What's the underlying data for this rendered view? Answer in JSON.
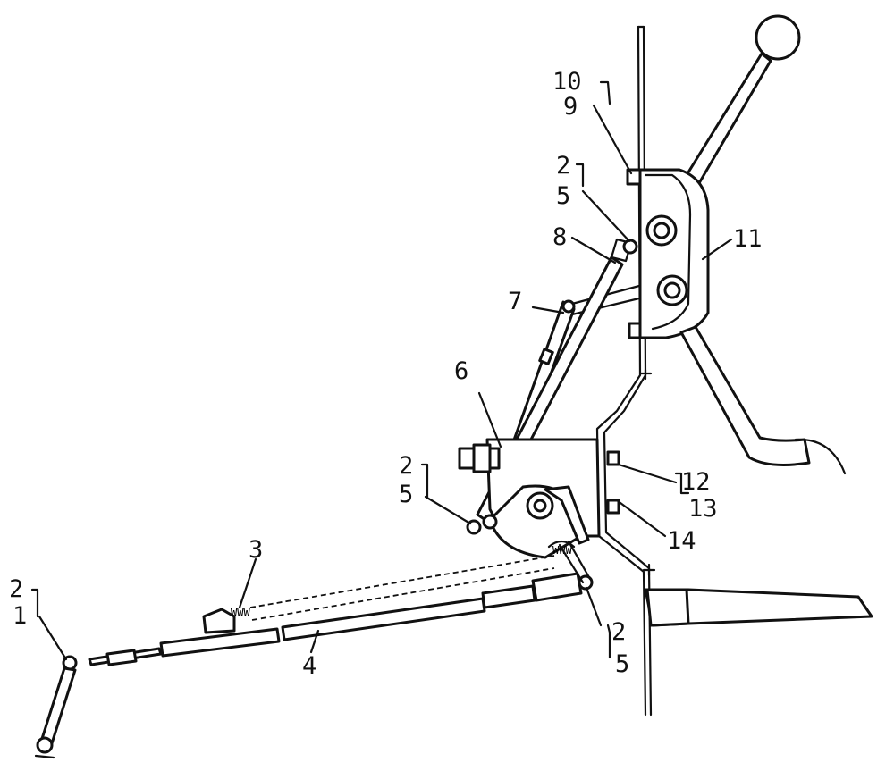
{
  "labels": {
    "l1": "1",
    "l2_left": "2",
    "l3": "3",
    "l4": "4",
    "l2_mid": "2",
    "l5_mid": "5",
    "l6": "6",
    "l7": "7",
    "l8": "8",
    "l2_top": "2",
    "l5_top": "5",
    "l10": "10",
    "l9": "9",
    "l11": "11",
    "l12": "12",
    "l13": "13",
    "l14": "14",
    "l2_bottom": "2",
    "l5_bottom": "5"
  }
}
